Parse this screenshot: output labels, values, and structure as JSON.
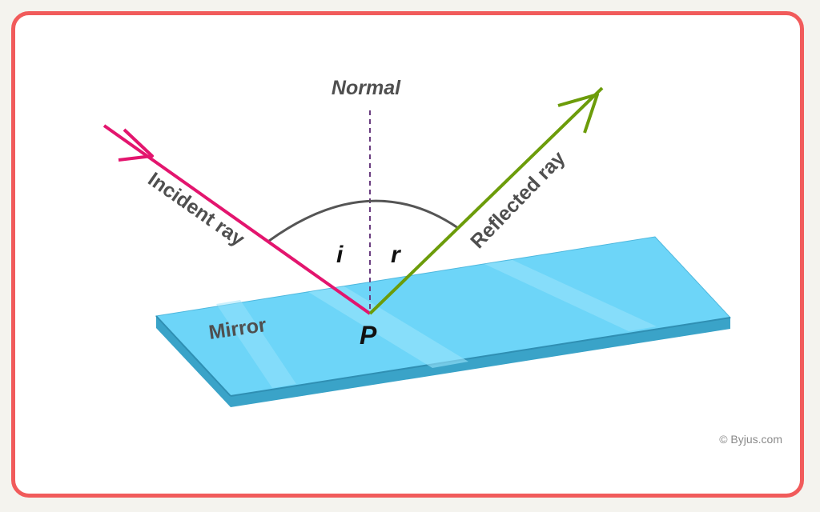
{
  "labels": {
    "normal": "Normal",
    "incident_ray": "Incident ray",
    "reflected_ray": "Reflected ray",
    "angle_incidence": "i",
    "angle_reflection": "r",
    "mirror": "Mirror",
    "point": "P"
  },
  "credit": "© Byjus.com",
  "colors": {
    "frame": "#f15b5b",
    "incident_ray": "#e3156e",
    "reflected_ray": "#6c9c0a",
    "mirror_top": "#6dd5f8",
    "mirror_side": "#3aa3c8",
    "normal_line": "#6a3d80",
    "arc": "#555555"
  }
}
